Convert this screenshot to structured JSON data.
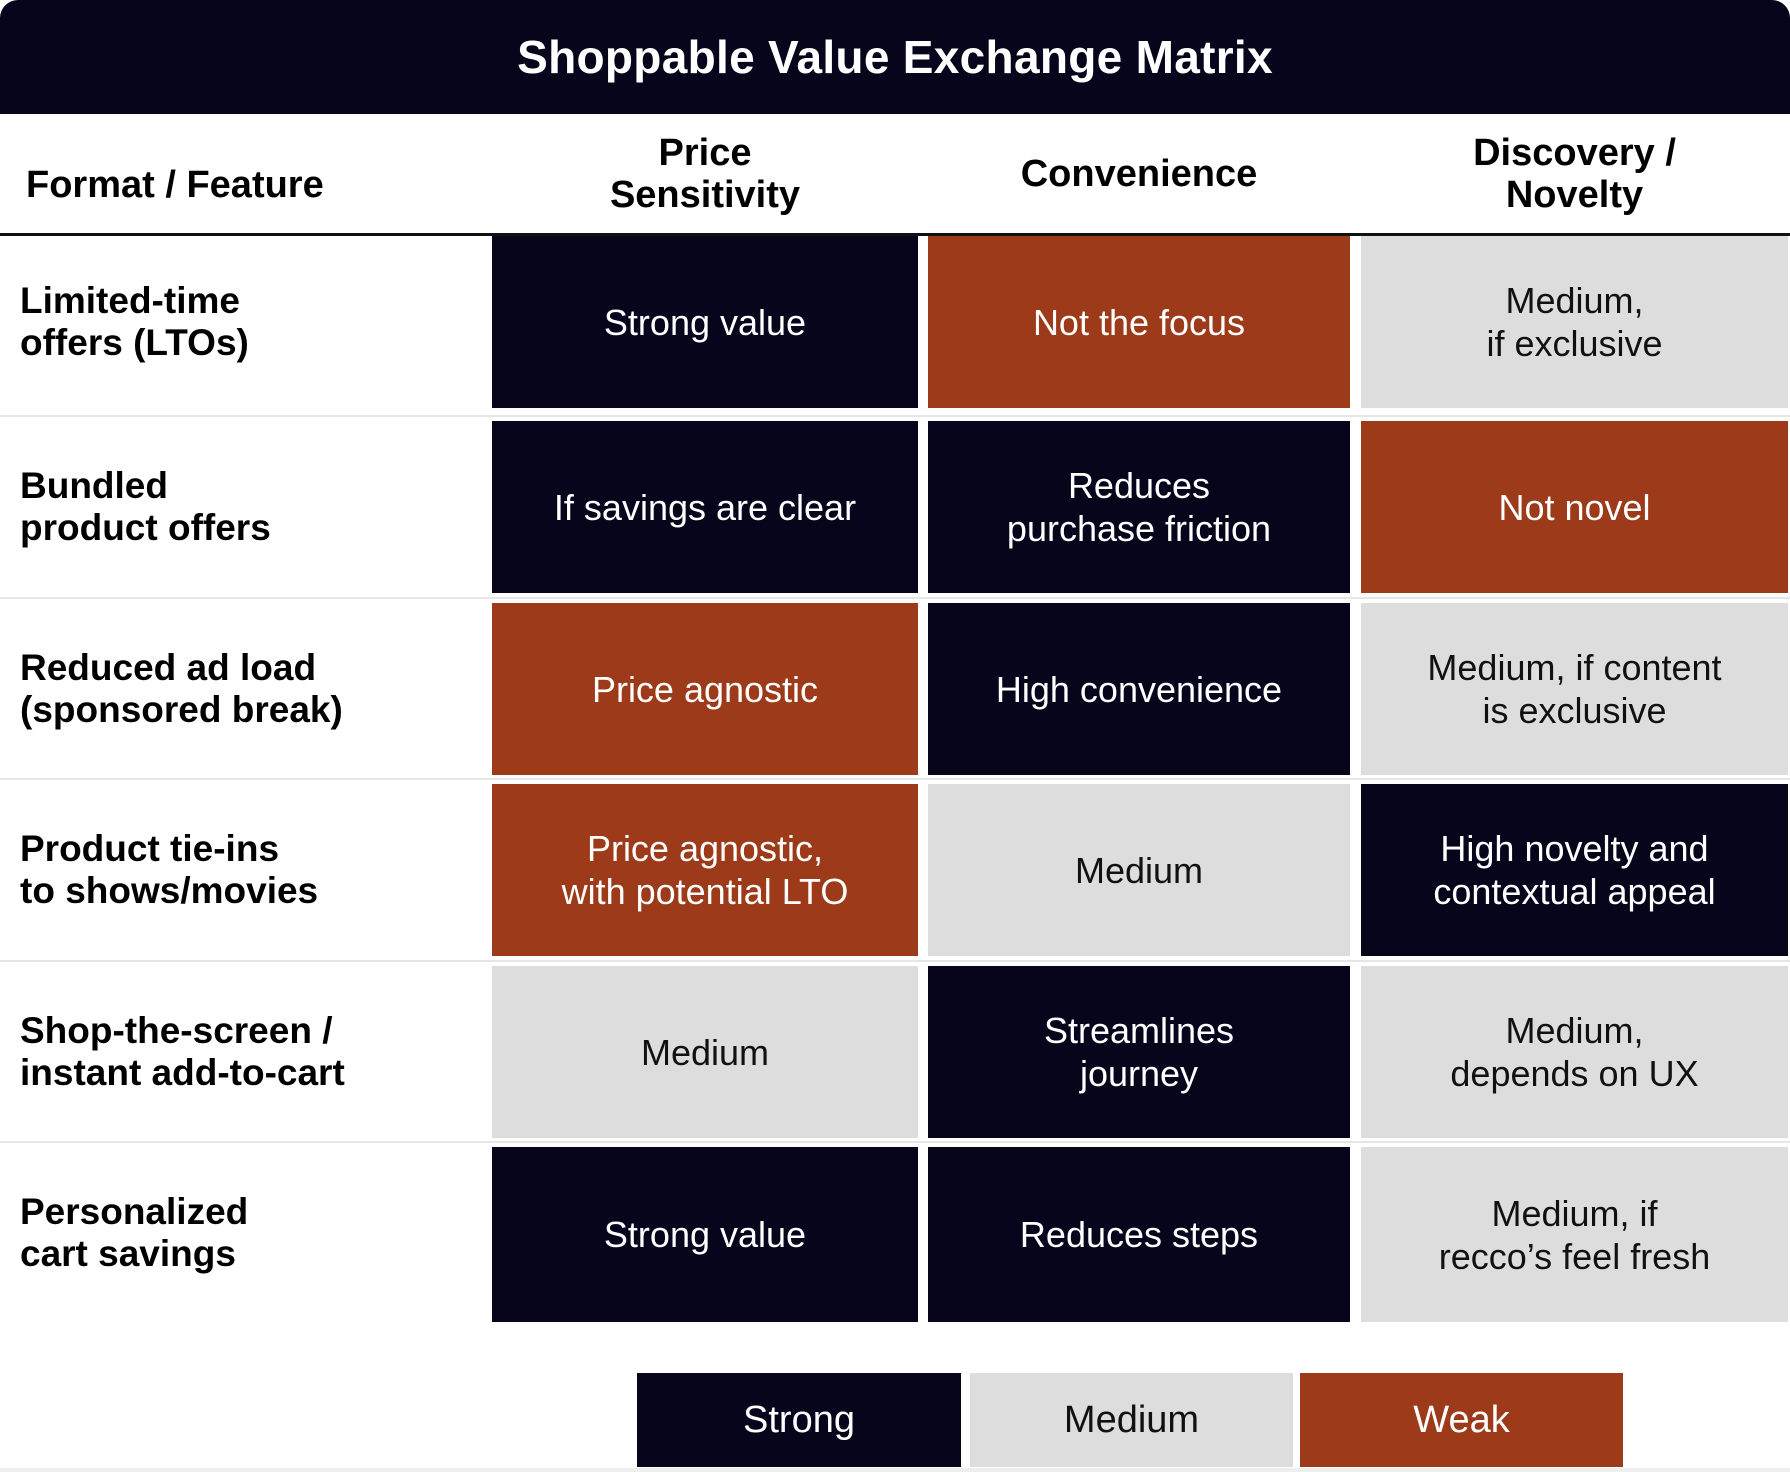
{
  "title": "Shoppable Value Exchange Matrix",
  "columns": [
    "Format / Feature",
    "Price\nSensitivity",
    "Convenience",
    "Discovery /\nNovelty"
  ],
  "colors": {
    "strong": "#07051c",
    "medium": "#dddddd",
    "weak": "#9c3a19"
  },
  "rows": [
    {
      "label": "Limited-time\noffers (LTOs)",
      "cells": [
        {
          "text": "Strong value",
          "level": "strong"
        },
        {
          "text": "Not the focus",
          "level": "weak"
        },
        {
          "text": "Medium,\nif exclusive",
          "level": "medium"
        }
      ]
    },
    {
      "label": "Bundled\nproduct offers",
      "cells": [
        {
          "text": "If savings are clear",
          "level": "strong"
        },
        {
          "text": "Reduces\npurchase friction",
          "level": "strong"
        },
        {
          "text": "Not novel",
          "level": "weak"
        }
      ]
    },
    {
      "label": "Reduced ad load\n(sponsored break)",
      "cells": [
        {
          "text": "Price agnostic",
          "level": "weak"
        },
        {
          "text": "High convenience",
          "level": "strong"
        },
        {
          "text": "Medium, if content\nis exclusive",
          "level": "medium"
        }
      ]
    },
    {
      "label": "Product tie-ins\nto shows/movies",
      "cells": [
        {
          "text": "Price agnostic,\nwith potential LTO",
          "level": "weak"
        },
        {
          "text": "Medium",
          "level": "medium"
        },
        {
          "text": "High novelty and\ncontextual appeal",
          "level": "strong"
        }
      ]
    },
    {
      "label": "Shop-the-screen /\ninstant add-to-cart",
      "cells": [
        {
          "text": "Medium",
          "level": "medium"
        },
        {
          "text": "Streamlines\njourney",
          "level": "strong"
        },
        {
          "text": "Medium,\ndepends on UX",
          "level": "medium"
        }
      ]
    },
    {
      "label": "Personalized\ncart savings",
      "cells": [
        {
          "text": "Strong value",
          "level": "strong"
        },
        {
          "text": "Reduces steps",
          "level": "strong"
        },
        {
          "text": "Medium, if\nrecco’s feel fresh",
          "level": "medium"
        }
      ]
    }
  ],
  "legend": [
    {
      "label": "Strong",
      "level": "strong"
    },
    {
      "label": "Medium",
      "level": "medium"
    },
    {
      "label": "Weak",
      "level": "weak"
    }
  ]
}
